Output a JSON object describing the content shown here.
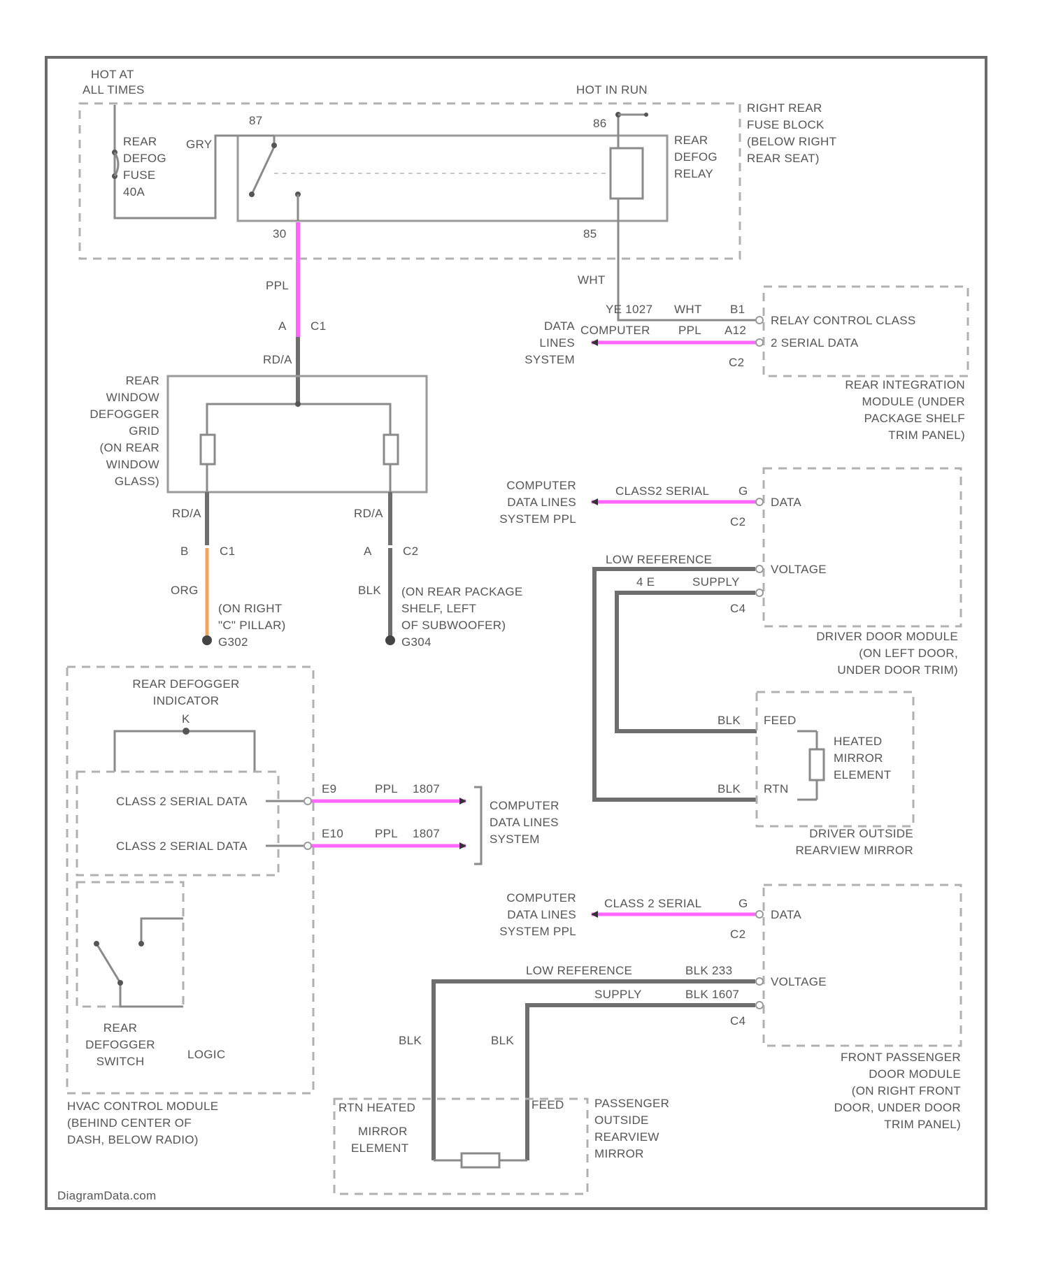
{
  "colors": {
    "ppl": "#ff66ff",
    "org": "#f3a45a",
    "wire": "#8a8a8a",
    "frame": "#6b6b6b"
  },
  "labels": {
    "hot_at_all_times": [
      "HOT AT",
      "ALL TIMES"
    ],
    "hot_in_run": "HOT IN RUN",
    "right_rear_fuse_block": [
      "RIGHT REAR",
      "FUSE BLOCK",
      "(BELOW RIGHT",
      "REAR SEAT)"
    ],
    "rear_defog_fuse": [
      "REAR",
      "DEFOG",
      "FUSE",
      "40A"
    ],
    "gry": "GRY",
    "pin_87": "87",
    "pin_86": "86",
    "pin_30": "30",
    "pin_85": "85",
    "rear_defog_relay": [
      "REAR",
      "DEFOG",
      "RELAY"
    ],
    "wht_1": "WHT",
    "ppl_1": "PPL",
    "a_c1": [
      "A",
      "C1"
    ],
    "rd_1": "RD/A",
    "rear_window_grid": [
      "REAR",
      "WINDOW",
      "DEFOGGER",
      "GRID",
      "(ON REAR",
      "WINDOW",
      "GLASS)"
    ],
    "rd_2": "RD/A",
    "rd_3": "RD/A",
    "b_c1": [
      "B",
      "C1"
    ],
    "a_c2": [
      "A",
      "C2"
    ],
    "org": "ORG",
    "blk_1": "BLK",
    "g302": [
      "(ON RIGHT",
      "\"C\" PILLAR)",
      "G302"
    ],
    "g304": [
      "(ON REAR PACKAGE",
      "SHELF, LEFT",
      "OF SUBWOOFER)",
      "G304"
    ],
    "rim_wire_row": [
      "YE 1027",
      "WHT",
      "B1"
    ],
    "rim_data_lines": [
      "DATA",
      "LINES",
      "SYSTEM"
    ],
    "computer_label": "COMPUTER",
    "rim_ppl_row": [
      "PPL",
      "A12"
    ],
    "c2_1": "C2",
    "relay_control_class": [
      "RELAY CONTROL CLASS",
      "2 SERIAL DATA"
    ],
    "rim": [
      "REAR INTEGRATION",
      "MODULE (UNDER",
      "PACKAGE SHELF",
      "TRIM PANEL)"
    ],
    "cdls_ppl_1": [
      "COMPUTER",
      "DATA LINES",
      "SYSTEM PPL"
    ],
    "class2_serial_1": "CLASS2 SERIAL",
    "pin_g1": "G",
    "data_1": "DATA",
    "c2_2": "C2",
    "low_reference_1": "LOW REFERENCE",
    "voltage_1": "VOLTAGE",
    "supply_1": "SUPPLY",
    "ddm_pins": [
      "4 E",
      "C4"
    ],
    "ddm": [
      "DRIVER DOOR MODULE",
      "(ON LEFT DOOR,",
      "UNDER DOOR TRIM)"
    ],
    "blk_feed": "BLK",
    "feed_1": "FEED",
    "rtn_1": "RTN",
    "blk_rtn": "BLK",
    "heated_mirror_element": [
      "HEATED",
      "MIRROR",
      "ELEMENT"
    ],
    "driver_outside_mirror": [
      "DRIVER OUTSIDE",
      "REARVIEW MIRROR"
    ],
    "rear_defogger_indicator": [
      "REAR DEFOGGER",
      "INDICATOR"
    ],
    "pin_k": "K",
    "class2_serial_data_1": "CLASS 2 SERIAL DATA",
    "class2_serial_data_2": "CLASS 2 SERIAL DATA",
    "hvac_row_1": [
      "E9",
      "PPL",
      "1807"
    ],
    "hvac_row_2": [
      "E10",
      "PPL",
      "1807"
    ],
    "cdls_2": [
      "COMPUTER",
      "DATA LINES",
      "SYSTEM"
    ],
    "rear_defogger_switch": [
      "REAR",
      "DEFOGGER",
      "SWITCH"
    ],
    "logic": "LOGIC",
    "hvac_module": [
      "HVAC CONTROL MODULE",
      "(BEHIND CENTER OF",
      "DASH, BELOW RADIO)"
    ],
    "cdls_ppl_2": [
      "COMPUTER",
      "DATA LINES",
      "SYSTEM PPL"
    ],
    "class2_serial_2": "CLASS 2 SERIAL",
    "pin_g2": "G",
    "data_2": "DATA",
    "c2_3": "C2",
    "low_reference_2": "LOW REFERENCE",
    "voltage_2": "VOLTAGE",
    "supply_2": "SUPPLY",
    "blk_pins": [
      "BLK 233",
      "BLK 1607",
      "C4"
    ],
    "blk_2": "BLK",
    "blk_3": "BLK",
    "pass_mirror_element": [
      "RTN HEATED",
      "MIRROR",
      "ELEMENT"
    ],
    "feed_2": "FEED",
    "pass_outside_mirror": [
      "PASSENGER",
      "OUTSIDE",
      "REARVIEW",
      "MIRROR"
    ],
    "fpdm": [
      "FRONT PASSENGER",
      "DOOR MODULE",
      "(ON RIGHT FRONT",
      "DOOR, UNDER DOOR",
      "TRIM PANEL)"
    ],
    "watermark": "DiagramData.com"
  }
}
